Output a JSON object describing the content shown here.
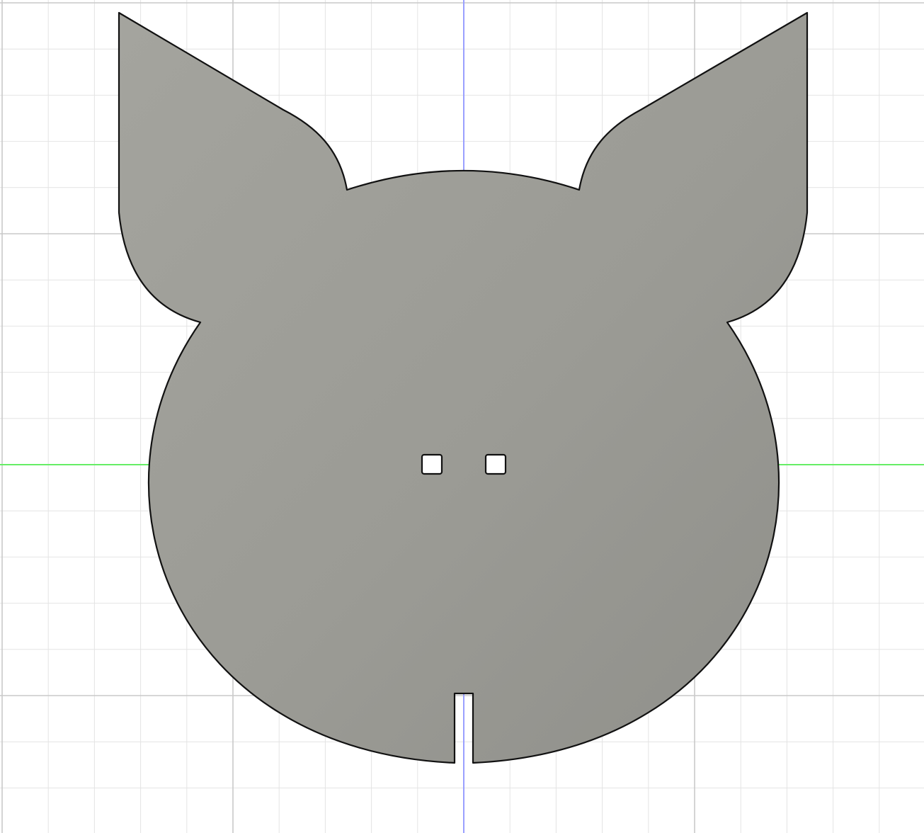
{
  "viewport": {
    "background_color": "#ffffff",
    "grid": {
      "visible": true,
      "minor_color": "#e4e4e4",
      "major_color": "#c9c9c9"
    },
    "axes": {
      "vertical_axis_color": "#9aa0ff",
      "horizontal_axis_color": "#66ee66"
    }
  },
  "sketch": {
    "profile_name": "pig-head-profile",
    "fill_color": "#9d9d97",
    "outline_color": "#111111",
    "features": [
      "left-ear",
      "right-ear",
      "round-face",
      "left-nostril-hole",
      "right-nostril-hole",
      "bottom-slot"
    ]
  }
}
